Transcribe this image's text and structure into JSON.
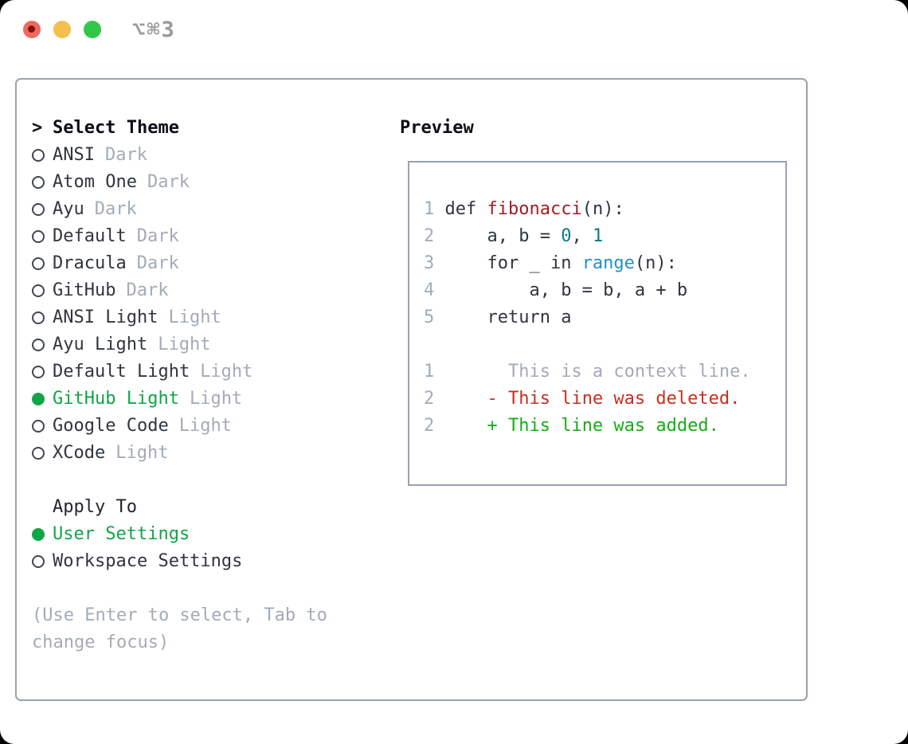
{
  "window": {
    "title": "⌥⌘3",
    "buttons": [
      "close",
      "minimize",
      "zoom"
    ]
  },
  "colors": {
    "accent-green": "#10a546",
    "added-green": "#16ad16",
    "deleted-red": "#c5301f",
    "function-red": "#a01e25",
    "number-teal": "#0b7a84",
    "builtin-blue": "#2191cc",
    "muted-gray": "#a2acb8",
    "text-dark": "#2f363d",
    "border-gray": "#98a2ad",
    "traffic-red": "#ee6a5e",
    "traffic-yellow": "#f5bf4f",
    "traffic-green": "#32c748",
    "title-gray": "#9b9b9b"
  },
  "theme_panel": {
    "prompt": ">",
    "title": "Select Theme",
    "themes": [
      {
        "name": "ANSI",
        "variant": "Dark",
        "selected": false
      },
      {
        "name": "Atom One",
        "variant": "Dark",
        "selected": false
      },
      {
        "name": "Ayu",
        "variant": "Dark",
        "selected": false
      },
      {
        "name": "Default",
        "variant": "Dark",
        "selected": false
      },
      {
        "name": "Dracula",
        "variant": "Dark",
        "selected": false
      },
      {
        "name": "GitHub",
        "variant": "Dark",
        "selected": false
      },
      {
        "name": "ANSI Light",
        "variant": "Light",
        "selected": false
      },
      {
        "name": "Ayu Light",
        "variant": "Light",
        "selected": false
      },
      {
        "name": "Default Light",
        "variant": "Light",
        "selected": false
      },
      {
        "name": "GitHub Light",
        "variant": "Light",
        "selected": true
      },
      {
        "name": "Google Code",
        "variant": "Light",
        "selected": false
      },
      {
        "name": "XCode",
        "variant": "Light",
        "selected": false
      }
    ],
    "apply_to": {
      "title": "Apply To",
      "options": [
        {
          "label": "User Settings",
          "selected": true
        },
        {
          "label": "Workspace Settings",
          "selected": false
        }
      ]
    },
    "help": [
      "(Use Enter to select, Tab to",
      "change focus)"
    ]
  },
  "preview": {
    "title": "Preview",
    "lines": [
      {
        "num": "1",
        "parts": [
          {
            "t": "def ",
            "c": "p"
          },
          {
            "t": "fibonacci",
            "c": "fn"
          },
          {
            "t": "(n):",
            "c": "p"
          }
        ]
      },
      {
        "num": "2",
        "parts": [
          {
            "t": "    a, b = ",
            "c": "p"
          },
          {
            "t": "0",
            "c": "n"
          },
          {
            "t": ", ",
            "c": "p"
          },
          {
            "t": "1",
            "c": "n"
          }
        ]
      },
      {
        "num": "3",
        "parts": [
          {
            "t": "    for _ in ",
            "c": "p"
          },
          {
            "t": "range",
            "c": "b"
          },
          {
            "t": "(n):",
            "c": "p"
          }
        ]
      },
      {
        "num": "4",
        "parts": [
          {
            "t": "        a, b = b, a + b",
            "c": "p"
          }
        ]
      },
      {
        "num": "5",
        "parts": [
          {
            "t": "    return a",
            "c": "p"
          }
        ]
      },
      {
        "num": "",
        "parts": []
      },
      {
        "num": "1",
        "parts": [
          {
            "t": "      This is a context line.",
            "c": "ctx"
          }
        ]
      },
      {
        "num": "2",
        "parts": [
          {
            "t": "    ",
            "c": "p"
          },
          {
            "t": "- This line was deleted.",
            "c": "del"
          }
        ]
      },
      {
        "num": "2",
        "parts": [
          {
            "t": "    ",
            "c": "p"
          },
          {
            "t": "+ This line was added.",
            "c": "add"
          }
        ]
      }
    ]
  }
}
